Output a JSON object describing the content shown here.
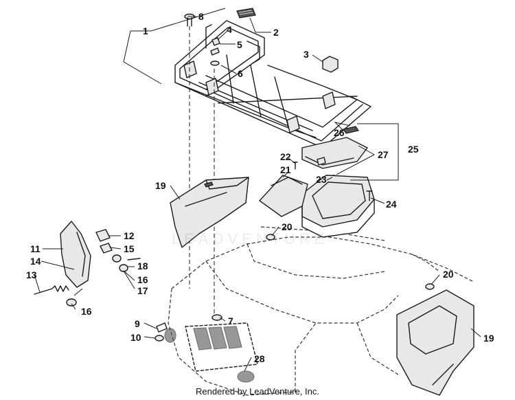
{
  "callouts": {
    "c1": "1",
    "c2": "2",
    "c3": "3",
    "c4": "4",
    "c5": "5",
    "c6": "6",
    "c7": "7",
    "c8": "8",
    "c9": "9",
    "c10": "10",
    "c11": "11",
    "c12": "12",
    "c13": "13",
    "c14": "14",
    "c15": "15",
    "c16a": "16",
    "c16b": "16",
    "c17": "17",
    "c18": "18",
    "c19a": "19",
    "c19b": "19",
    "c20a": "20",
    "c20b": "20",
    "c21": "21",
    "c22": "22",
    "c23": "23",
    "c24": "24",
    "c25": "25",
    "c26": "26",
    "c27": "27",
    "c28": "28"
  },
  "footer": {
    "credit": "Rendered by LeadVenture, Inc."
  },
  "watermark": {
    "text": "LEADVENTURE"
  },
  "colors": {
    "line": "#1a1a1a",
    "background": "#ffffff",
    "shade": "#e8e8e8"
  }
}
